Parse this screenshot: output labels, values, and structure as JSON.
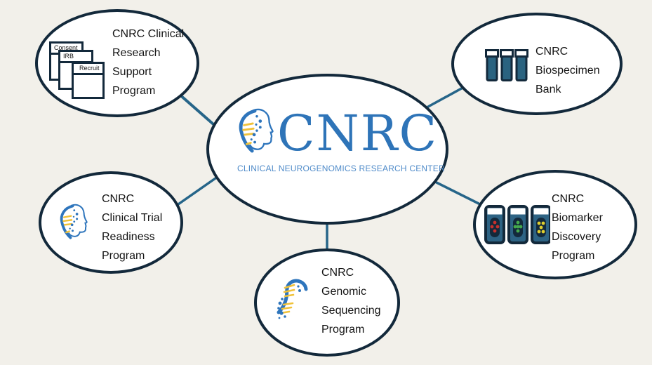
{
  "diagram": {
    "center": {
      "logo_text": "CNRC",
      "tagline": "CLINICAL NEUROGENOMICS RESEARCH CENTER",
      "icon": "head-dna-icon"
    },
    "nodes": [
      {
        "id": "clinical-research-support",
        "icon": "stacked-documents-icon",
        "documents": [
          "Consent",
          "IRB",
          "Recruit"
        ],
        "lines": [
          "CNRC Clinical",
          "Research",
          "Support",
          "Program"
        ]
      },
      {
        "id": "biospecimen-bank",
        "icon": "specimen-tubes-icon",
        "lines": [
          "CNRC",
          "Biospecimen",
          "Bank"
        ]
      },
      {
        "id": "clinical-trial-readiness",
        "icon": "head-dna-icon",
        "lines": [
          "CNRC",
          "Clinical Trial",
          "Readiness",
          "Program"
        ]
      },
      {
        "id": "biomarker-discovery",
        "icon": "biomarker-tubes-icon",
        "lines": [
          "CNRC",
          "Biomarker",
          "Discovery",
          "Program"
        ]
      },
      {
        "id": "genomic-sequencing",
        "icon": "dna-strand-icon",
        "lines": [
          "CNRC",
          "Genomic",
          "Sequencing",
          "Program"
        ]
      }
    ],
    "colors": {
      "background": "#f2f0ea",
      "ellipse_border": "#13293b",
      "connector": "#266589",
      "logo_blue": "#2e74b8",
      "tagline_blue": "#4f8bc9",
      "icon_blue": "#2e75bc",
      "icon_yellow": "#f0c23a",
      "tube_teal": "#2a6380",
      "dot_red": "#c5302c",
      "dot_green": "#44a94d",
      "dot_yellow": "#e0cf2e"
    }
  }
}
